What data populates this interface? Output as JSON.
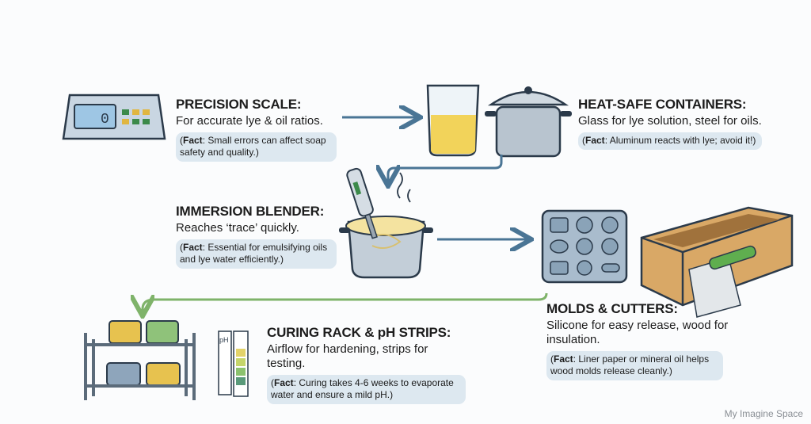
{
  "steps": [
    {
      "title": "PRECISION SCALE:",
      "desc": "For accurate lye & oil ratios.",
      "fact_label": "Fact",
      "fact": ": Small errors can affect soap safety and quality.)"
    },
    {
      "title": "HEAT-SAFE CONTAINERS:",
      "desc": "Glass for lye solution, steel for oils.",
      "fact_label": "Fact",
      "fact": ": Aluminum reacts with lye; avoid it!)"
    },
    {
      "title": "IMMERSION BLENDER:",
      "desc": "Reaches ‘trace’ quickly.",
      "fact_label": "Fact",
      "fact": ": Essential for emulsifying oils and lye water efficiently.)"
    },
    {
      "title": "MOLDS & CUTTERS:",
      "desc": "Silicone for easy release, wood for insulation.",
      "fact_label": "Fact",
      "fact": ": Liner paper or mineral oil helps wood molds release cleanly.)"
    },
    {
      "title": "CURING RACK & pH STRIPS:",
      "desc": "Airflow for hardening, strips for testing.",
      "fact_label": "Fact",
      "fact": ": Curing takes 4-6 weeks to evaporate water and ensure a mild pH.)"
    }
  ],
  "scale_display": "0",
  "ph_label": "pH",
  "watermark": "My Imagine Space",
  "colors": {
    "arrow_blue": "#4a7595",
    "arrow_green": "#7fb36a",
    "fact_bg": "#dde8f0"
  }
}
